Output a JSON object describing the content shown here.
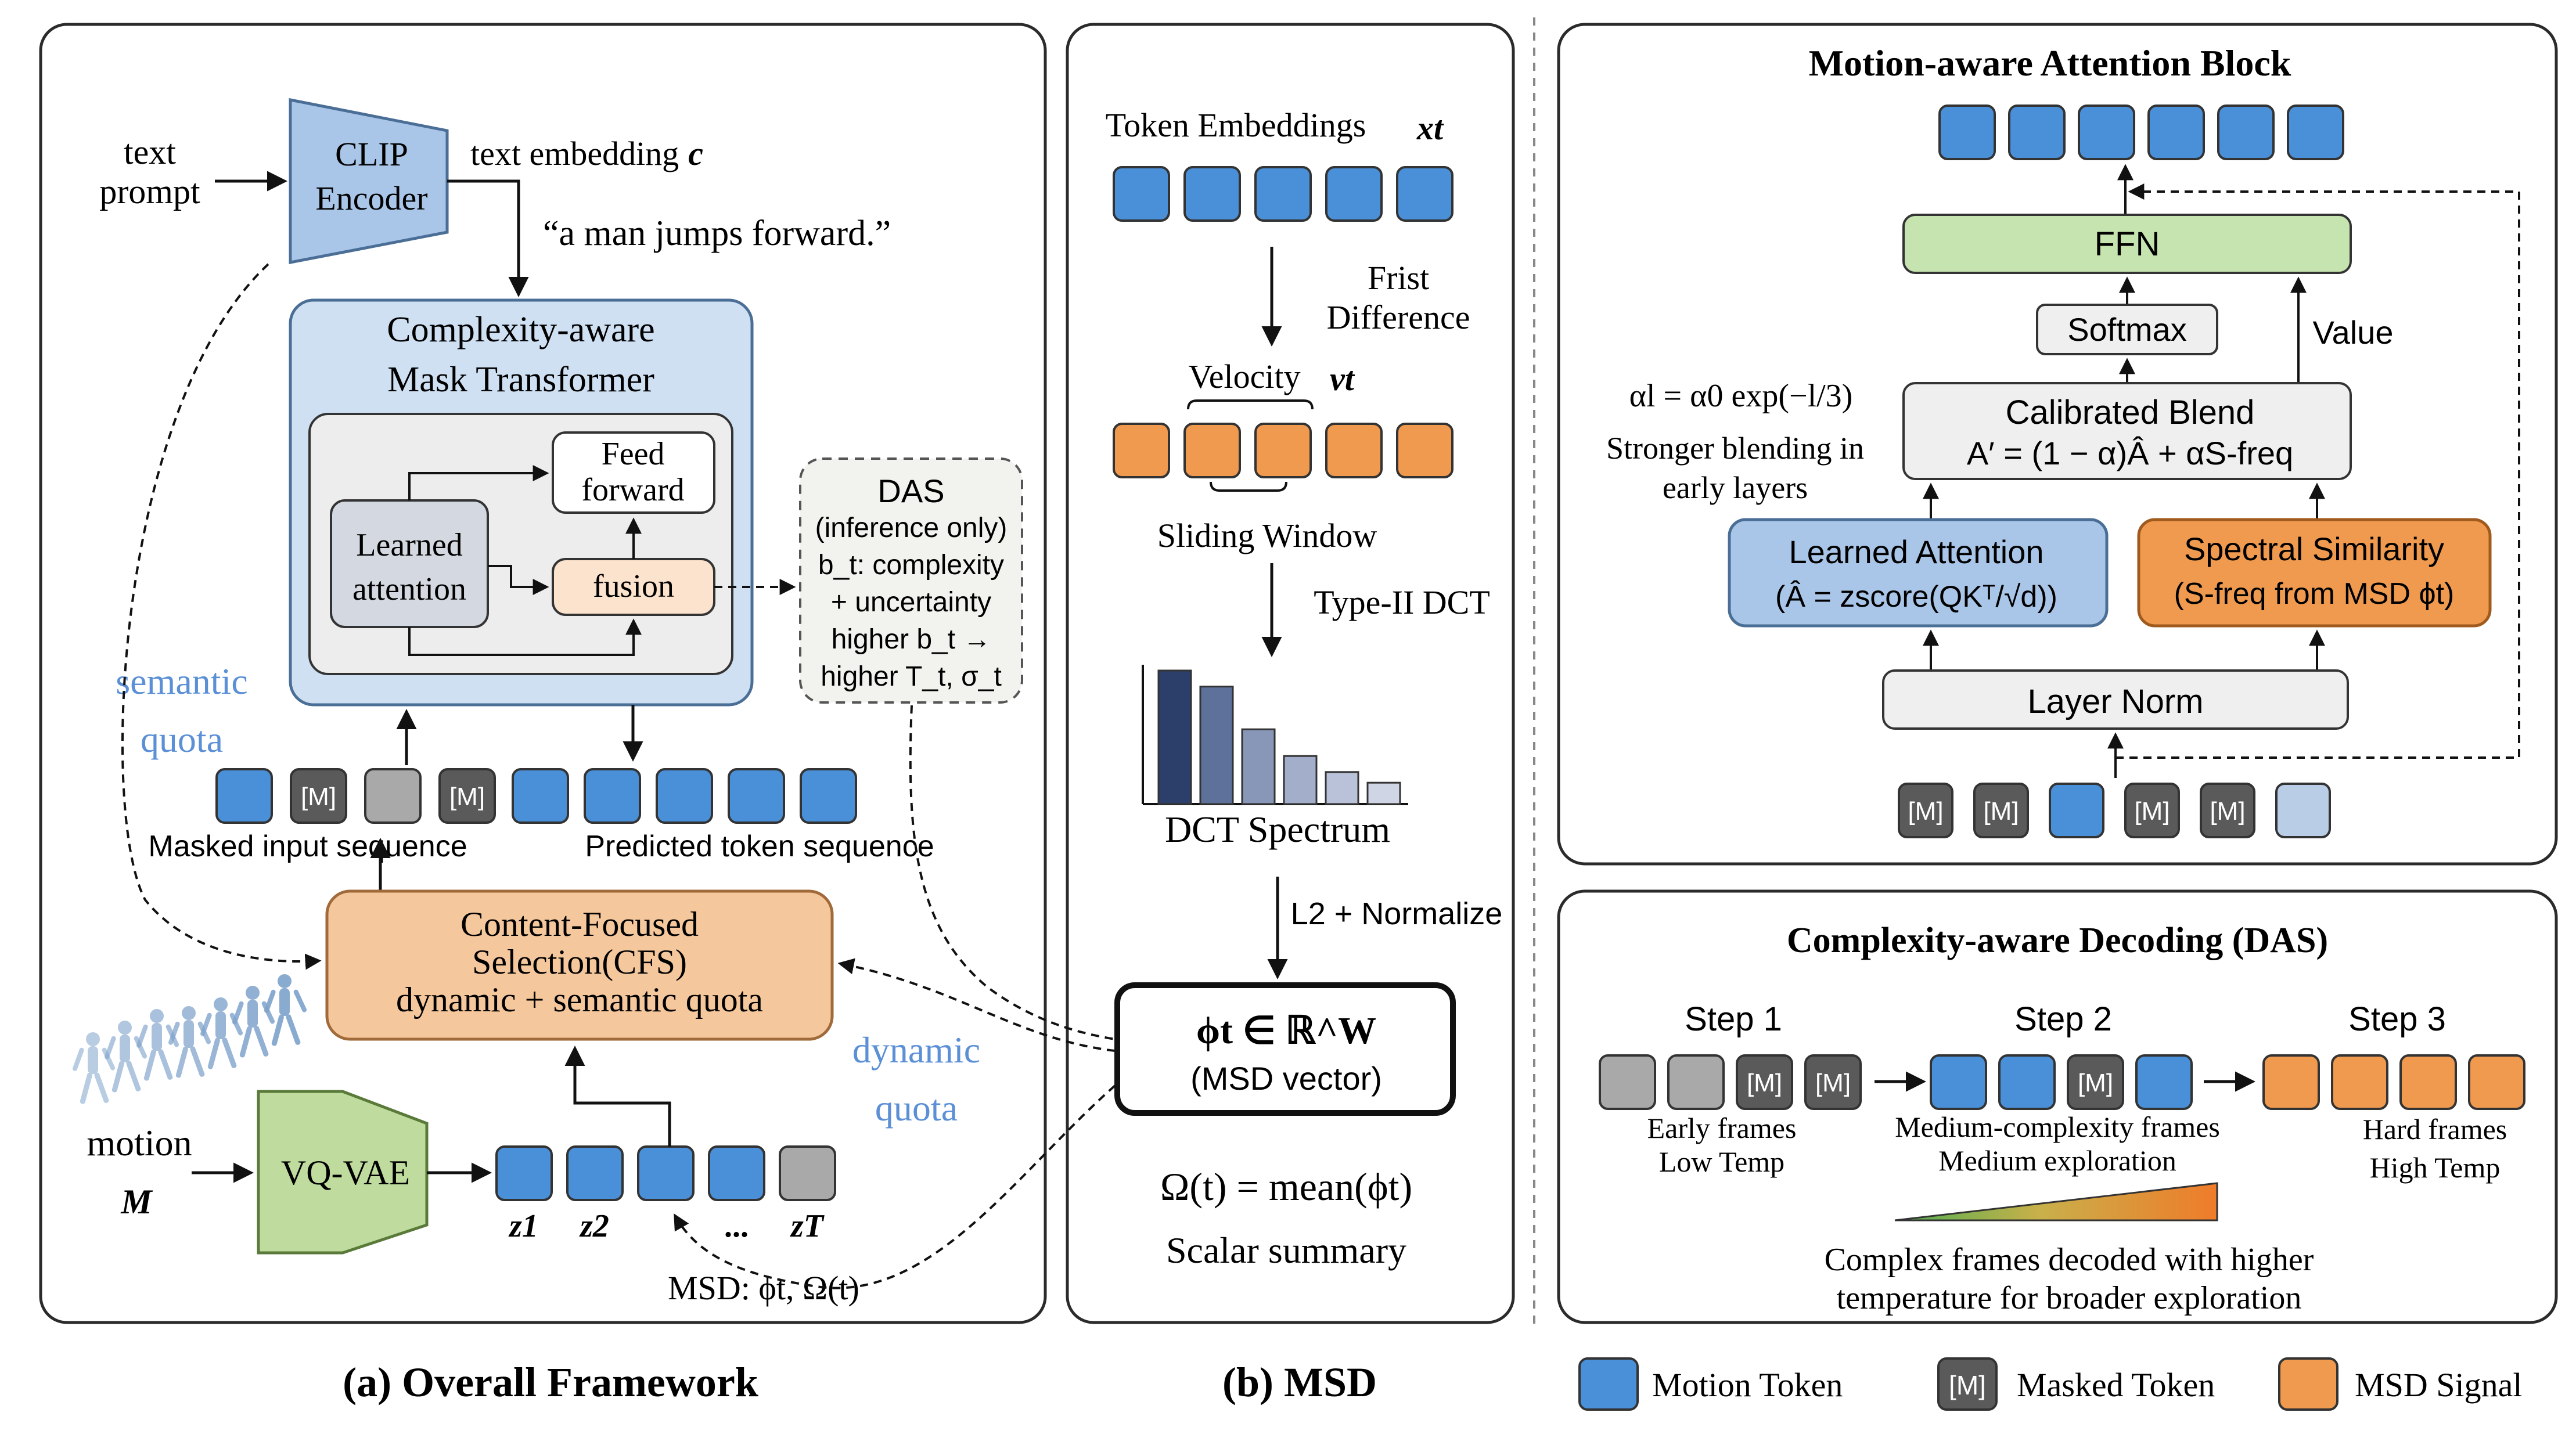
{
  "colors": {
    "token_blue": "#4a90d9",
    "masked_gray": "#5a5a5a",
    "plain_gray": "#a9a9a9",
    "msd_orange": "#ef9a4f",
    "panel_border": "#2b2b2b",
    "clip_blue": "#a9c6e8",
    "transformer_blue": "#cfe0f3",
    "cfs_orange": "#f5c79c",
    "vqvae_green": "#bfdc9e",
    "semantic_blue": "#5b8fd6",
    "ffn_green": "#c6e4b0",
    "fusion_peach": "#fbe3cd"
  },
  "panel_a": {
    "caption": "(a) Overall Framework",
    "text_prompt": "text\nprompt",
    "clip_encoder": "CLIP\nEncoder",
    "text_embedding": "text embedding",
    "text_embedding_symbol": "c",
    "prompt_quote": "“a man jumps forward.”",
    "transformer_title": "Complexity-aware\nMask Transformer",
    "feed_forward": "Feed\nforward",
    "learned_attention": "Learned\nattention",
    "fusion": "fusion",
    "das_title": "DAS",
    "das_lines": [
      "(inference only)",
      "b_t: complexity",
      "+ uncertainty",
      "higher b_t →",
      "higher T_t, σ_t"
    ],
    "semantic_quota": "semantic\nquota",
    "dynamic_quota": "dynamic\nquota",
    "mask_token_label": "[M]",
    "masked_input_sequence": "Masked input sequence",
    "predicted_token_sequence": "Predicted token sequence",
    "cfs_lines": [
      "Content-Focused",
      "Selection(CFS)",
      "dynamic + semantic quota"
    ],
    "motion_label": "motion",
    "motion_symbol": "M",
    "vqvae": "VQ-VAE",
    "z_labels": [
      "z1",
      "z2",
      "...",
      "zT"
    ],
    "msd_label": "MSD: ϕt, Ω(t)"
  },
  "panel_b": {
    "caption": "(b) MSD",
    "token_embeddings": "Token Embeddings",
    "token_symbol": "xt",
    "first_difference": "Frist\nDifference",
    "velocity": "Velocity",
    "velocity_symbol": "vt",
    "sliding_window": "Sliding Window",
    "type_ii_dct": "Type-II DCT",
    "dct_values": [
      1.0,
      0.88,
      0.56,
      0.36,
      0.24,
      0.16
    ],
    "dct_spectrum": "DCT Spectrum",
    "l2_normalize": "L2 + Normalize",
    "phi_formula": "ϕt ∈ ℝ^W",
    "msd_vector": "(MSD vector)",
    "omega_formula": "Ω(t) = mean(ϕt)",
    "scalar_summary": "Scalar summary"
  },
  "panel_c": {
    "title": "Motion-aware Attention Block",
    "ffn": "FFN",
    "softmax": "Softmax",
    "value": "Value",
    "alpha_formula": "αl = α0 exp(−l/3)",
    "stronger_blending": "Stronger blending in\nearly layers",
    "calibrated_blend": "Calibrated Blend",
    "blend_formula": "A′ = (1 − α)Â + αS-freq",
    "learned_attention": "Learned Attention",
    "learned_formula": "(Â = zscore(QKᵀ/√d))",
    "spectral_similarity": "Spectral Similarity",
    "spectral_formula": "(S-freq from MSD ϕt)",
    "layer_norm": "Layer Norm",
    "mask_token_label": "[M]"
  },
  "panel_d": {
    "title": "Complexity-aware Decoding (DAS)",
    "steps": [
      {
        "label": "Step 1",
        "caption": "Early frames\nLow Temp"
      },
      {
        "label": "Step 2",
        "caption": "Medium-complexity frames\nMedium exploration"
      },
      {
        "label": "Step 3",
        "caption": "Hard frames\nHigh Temp"
      }
    ],
    "mask_token_label": "[M]",
    "bottom_note": "Complex frames decoded with higher\ntemperature for broader exploration"
  },
  "legend": {
    "motion_token": "Motion Token",
    "masked_token_box": "[M]",
    "masked_token": "Masked Token",
    "msd_signal": "MSD Signal"
  }
}
